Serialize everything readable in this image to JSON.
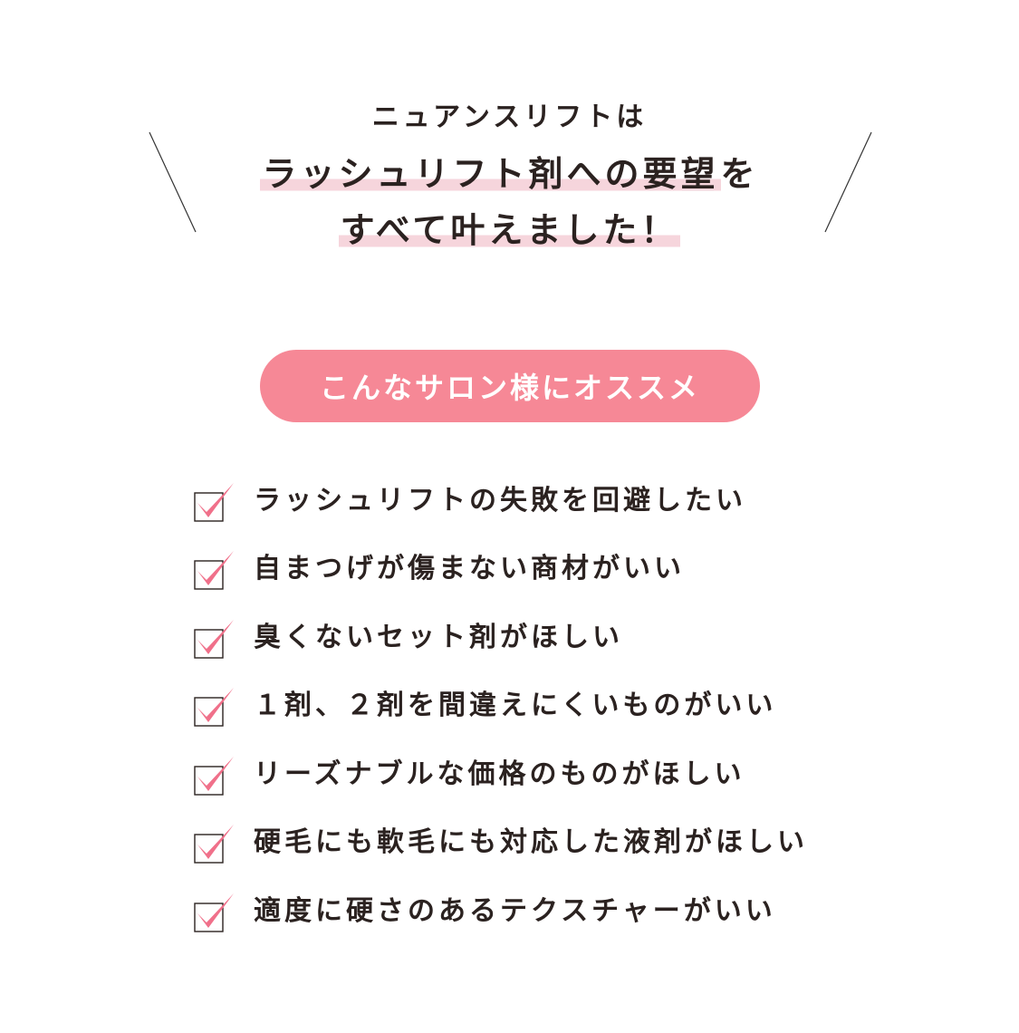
{
  "headline": {
    "line1": "ニュアンスリフトは",
    "line2_highlight": "ラッシュリフト剤への要望",
    "line2_tail": "を",
    "line3_highlight": "すべて叶えました！"
  },
  "badge": {
    "label": "こんなサロン様にオススメ"
  },
  "checklist": [
    "ラッシュリフトの失敗を回避したい",
    "自まつげが傷まない商材がいい",
    "臭くないセット剤がほしい",
    "１剤、２剤を間違えにくいものがいい",
    "リーズナブルな価格のものがほしい",
    "硬毛にも軟毛にも対応した液剤がほしい",
    "適度に硬さのあるテクスチャーがいい"
  ],
  "colors": {
    "accent": "#f68896",
    "highlight": "#f6d5dc",
    "text": "#2b2220",
    "check": "#f0708a"
  },
  "icons": {
    "check": "checkbox-checked-icon"
  }
}
